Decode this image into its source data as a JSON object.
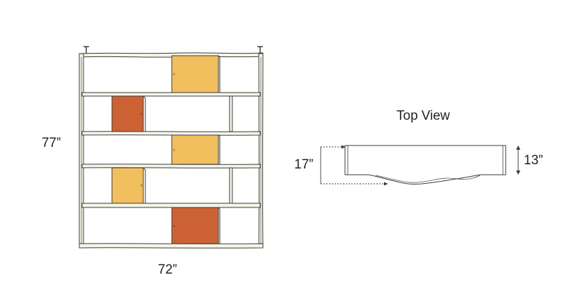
{
  "front_view": {
    "height_label": "77”",
    "width_label": "72”",
    "colors": {
      "frame_fill": "#f4f4e8",
      "frame_stroke": "#3a3a3a",
      "cabinet_yellow": "#f2bf5e",
      "cabinet_orange": "#cc6233"
    },
    "cabinets": [
      {
        "shelf_row": 1,
        "color": "cabinet_yellow"
      },
      {
        "shelf_row": 2,
        "color": "cabinet_orange"
      },
      {
        "shelf_row": 3,
        "color": "cabinet_yellow"
      },
      {
        "shelf_row": 4,
        "color": "cabinet_yellow"
      },
      {
        "shelf_row": 5,
        "color": "cabinet_orange"
      }
    ]
  },
  "top_view": {
    "title": "Top View",
    "depth_max_label": "17”",
    "depth_min_label": "13”"
  }
}
